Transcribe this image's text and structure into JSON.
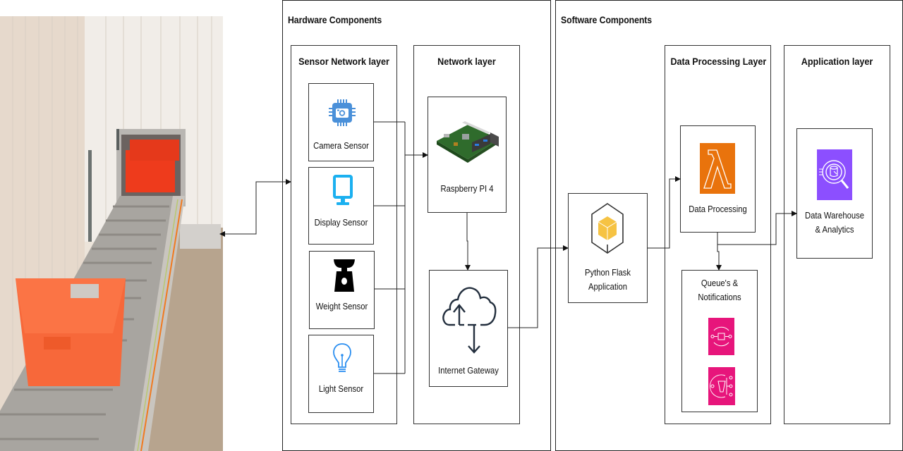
{
  "photo": {
    "description": "Conveyor belt with orange crates in a cold storage room"
  },
  "hardware": {
    "title": "Hardware Components",
    "sensor_layer": {
      "title": "Sensor Network layer",
      "sensors": [
        {
          "label": "Camera Sensor",
          "icon": "camera-chip-icon",
          "color": "#4a90d9"
        },
        {
          "label": "Display Sensor",
          "icon": "monitor-icon",
          "color": "#1bb0f0"
        },
        {
          "label": "Weight Sensor",
          "icon": "scale-icon",
          "color": "#000000"
        },
        {
          "label": "Light Sensor",
          "icon": "lightbulb-icon",
          "color": "#2a8ef0"
        }
      ]
    },
    "network_layer": {
      "title": "Network layer",
      "nodes": [
        {
          "label": "Raspberry PI 4",
          "icon": "raspberry-pi-board-icon"
        },
        {
          "label": "Internet Gateway",
          "icon": "cloud-upload-download-icon"
        }
      ]
    }
  },
  "software": {
    "title": "Software Components",
    "flask": {
      "label_line1": "Python Flask",
      "label_line2": "Application",
      "icon": "cube-icon",
      "color": "#f6c343"
    },
    "data_processing_layer": {
      "title": "Data Processing Layer",
      "processing": {
        "label": "Data Processing",
        "icon": "lambda-icon",
        "color": "#e9730c"
      },
      "queues": {
        "label_line1": "Queue's &",
        "label_line2": "Notifications",
        "icons": [
          {
            "name": "queue-icon",
            "color": "#e7157b"
          },
          {
            "name": "notification-icon",
            "color": "#e7157b"
          }
        ]
      }
    },
    "application_layer": {
      "title": "Application layer",
      "warehouse": {
        "label_line1": "Data Warehouse",
        "label_line2": "& Analytics",
        "icon": "analytics-search-icon",
        "color": "#8c4fff"
      }
    }
  }
}
